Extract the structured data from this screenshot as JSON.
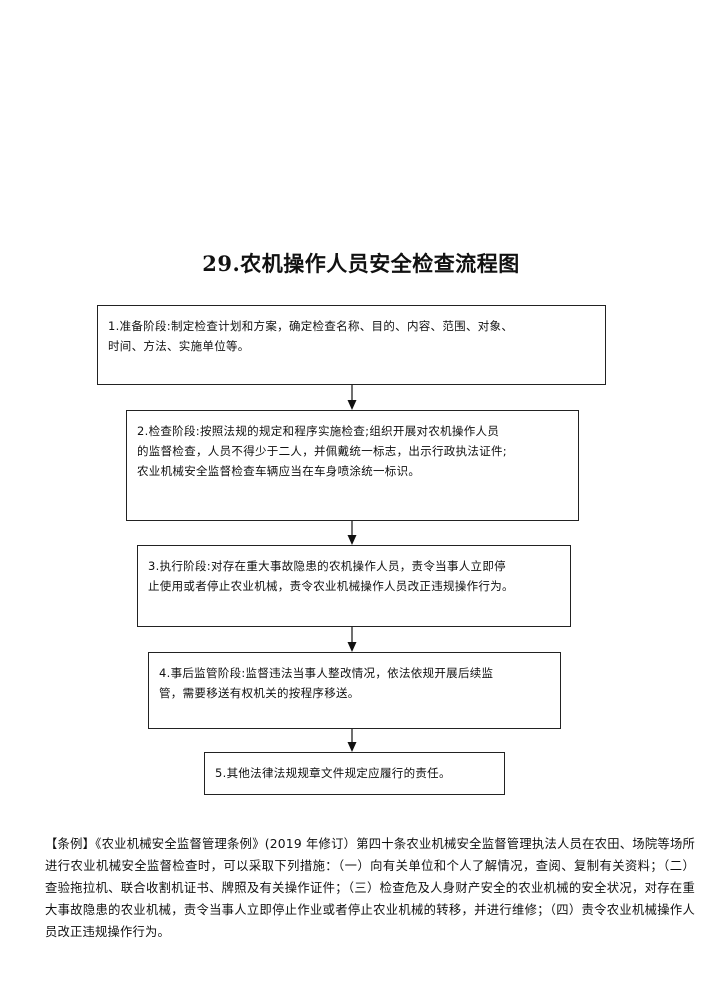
{
  "title": "29.农机操作人员安全检查流程图",
  "steps": [
    "1.准备阶段:制定检查计划和方案，确定检查名称、目的、内容、范围、对象、\n时间、方法、实施单位等。",
    "2.检查阶段:按照法规的规定和程序实施检查;组织开展对农机操作人员\n的监督检查，人员不得少于二人，并佩戴统一标志，出示行政执法证件;\n农业机械安全监督检查车辆应当在车身喷涂统一标识。",
    "3.执行阶段:对存在重大事故隐患的农机操作人员，责令当事人立即停\n止使用或者停止农业机械，责令农业机械操作人员改正违规操作行为。",
    "4.事后监管阶段:监督违法当事人整改情况，依法依规开展后续监\n管，需要移送有权机关的按程序移送。",
    "5.其他法律法规规章文件规定应履行的责任。"
  ],
  "footnote": "【条例】《农业机械安全监督管理条例》(2019 年修订）第四十条农业机械安全监督管理执法人员在农田、场院等场所进行农业机械安全监督检查时，可以采取下列措施：（一）向有关单位和个人了解情况，查阅、复制有关资料；（二）查验拖拉机、联合收割机证书、牌照及有关操作证件；（三）检查危及人身财产安全的农业机械的安全状况，对存在重大事故隐患的农业机械，责令当事人立即停止作业或者停止农业机械的转移，并进行维修；（四）责令农业机械操作人员改正违规操作行为。"
}
